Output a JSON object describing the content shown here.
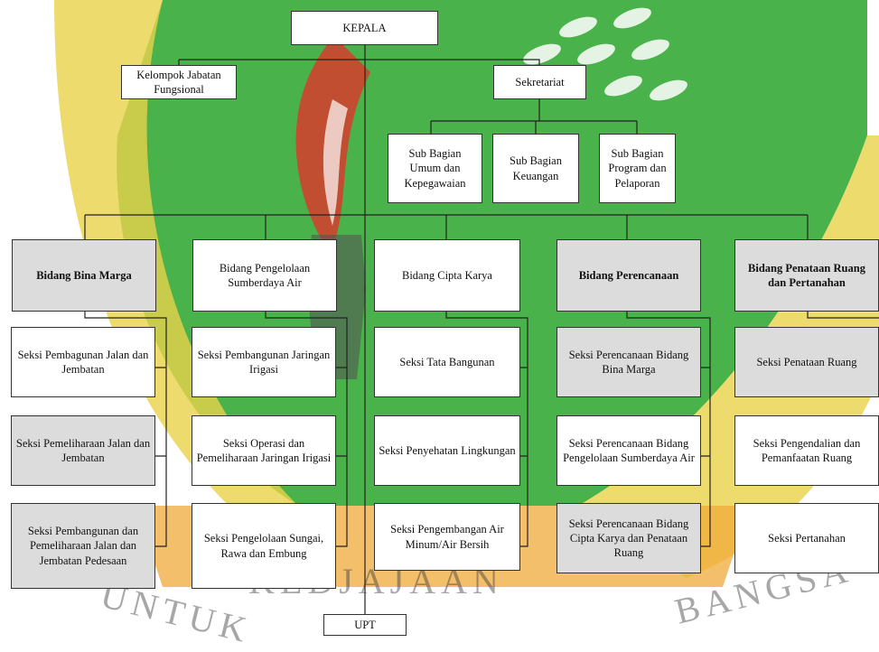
{
  "watermark": {
    "logo_colors": {
      "green": "#2aa52a",
      "yellow": "#e8d24a",
      "red": "#d63c2c"
    },
    "motto_left": "UNTUK",
    "motto_mid": "KEDJAJAAN",
    "motto_right": "BANGSA"
  },
  "kepala": "KEPALA",
  "jabatan_fungsional": "Kelompok Jabatan Fungsional",
  "sekretariat": "Sekretariat",
  "subbag": [
    "Sub Bagian Umum dan Kepegawaian",
    "Sub Bagian Keuangan",
    "Sub Bagian Program dan Pelaporan"
  ],
  "bidang": [
    {
      "title": "Bidang Bina Marga",
      "seksi": [
        "Seksi Pembagunan Jalan dan Jembatan",
        "Seksi Pemeliharaan Jalan dan Jembatan",
        "Seksi Pembangunan dan Pemeliharaan Jalan dan Jembatan Pedesaan"
      ]
    },
    {
      "title": "Bidang Pengelolaan Sumberdaya Air",
      "seksi": [
        "Seksi Pembangunan Jaringan Irigasi",
        "Seksi Operasi dan Pemeliharaan Jaringan Irigasi",
        "Seksi Pengelolaan Sungai, Rawa dan Embung"
      ]
    },
    {
      "title": "Bidang Cipta Karya",
      "seksi": [
        "Seksi Tata Bangunan",
        "Seksi Penyehatan Lingkungan",
        "Seksi Pengembangan Air Minum/Air Bersih"
      ]
    },
    {
      "title": "Bidang Perencanaan",
      "seksi": [
        "Seksi Perencanaan Bidang Bina Marga",
        "Seksi Perencanaan Bidang Pengelolaan Sumberdaya Air",
        "Seksi Perencanaan Bidang Cipta Karya dan Penataan Ruang"
      ]
    },
    {
      "title": "Bidang Penataan Ruang dan Pertanahan",
      "seksi": [
        "Seksi Penataan Ruang",
        "Seksi Pengendalian dan Pemanfaatan Ruang",
        "Seksi Pertanahan"
      ]
    }
  ],
  "upt": "UPT"
}
